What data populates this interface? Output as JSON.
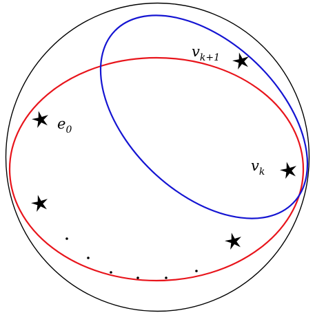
{
  "diagram": {
    "colors": {
      "outer_circle": "#000000",
      "red_ellipse": "#e8141b",
      "blue_ellipse": "#1414d2",
      "stars": "#000000",
      "dots": "#000000"
    },
    "labels": {
      "e0": {
        "base": "e",
        "sub": "0"
      },
      "vk": {
        "base": "v",
        "sub": "k"
      },
      "vk1": {
        "base": "v",
        "sub": "k+1"
      }
    },
    "ellipsis_dot_count": 6
  }
}
